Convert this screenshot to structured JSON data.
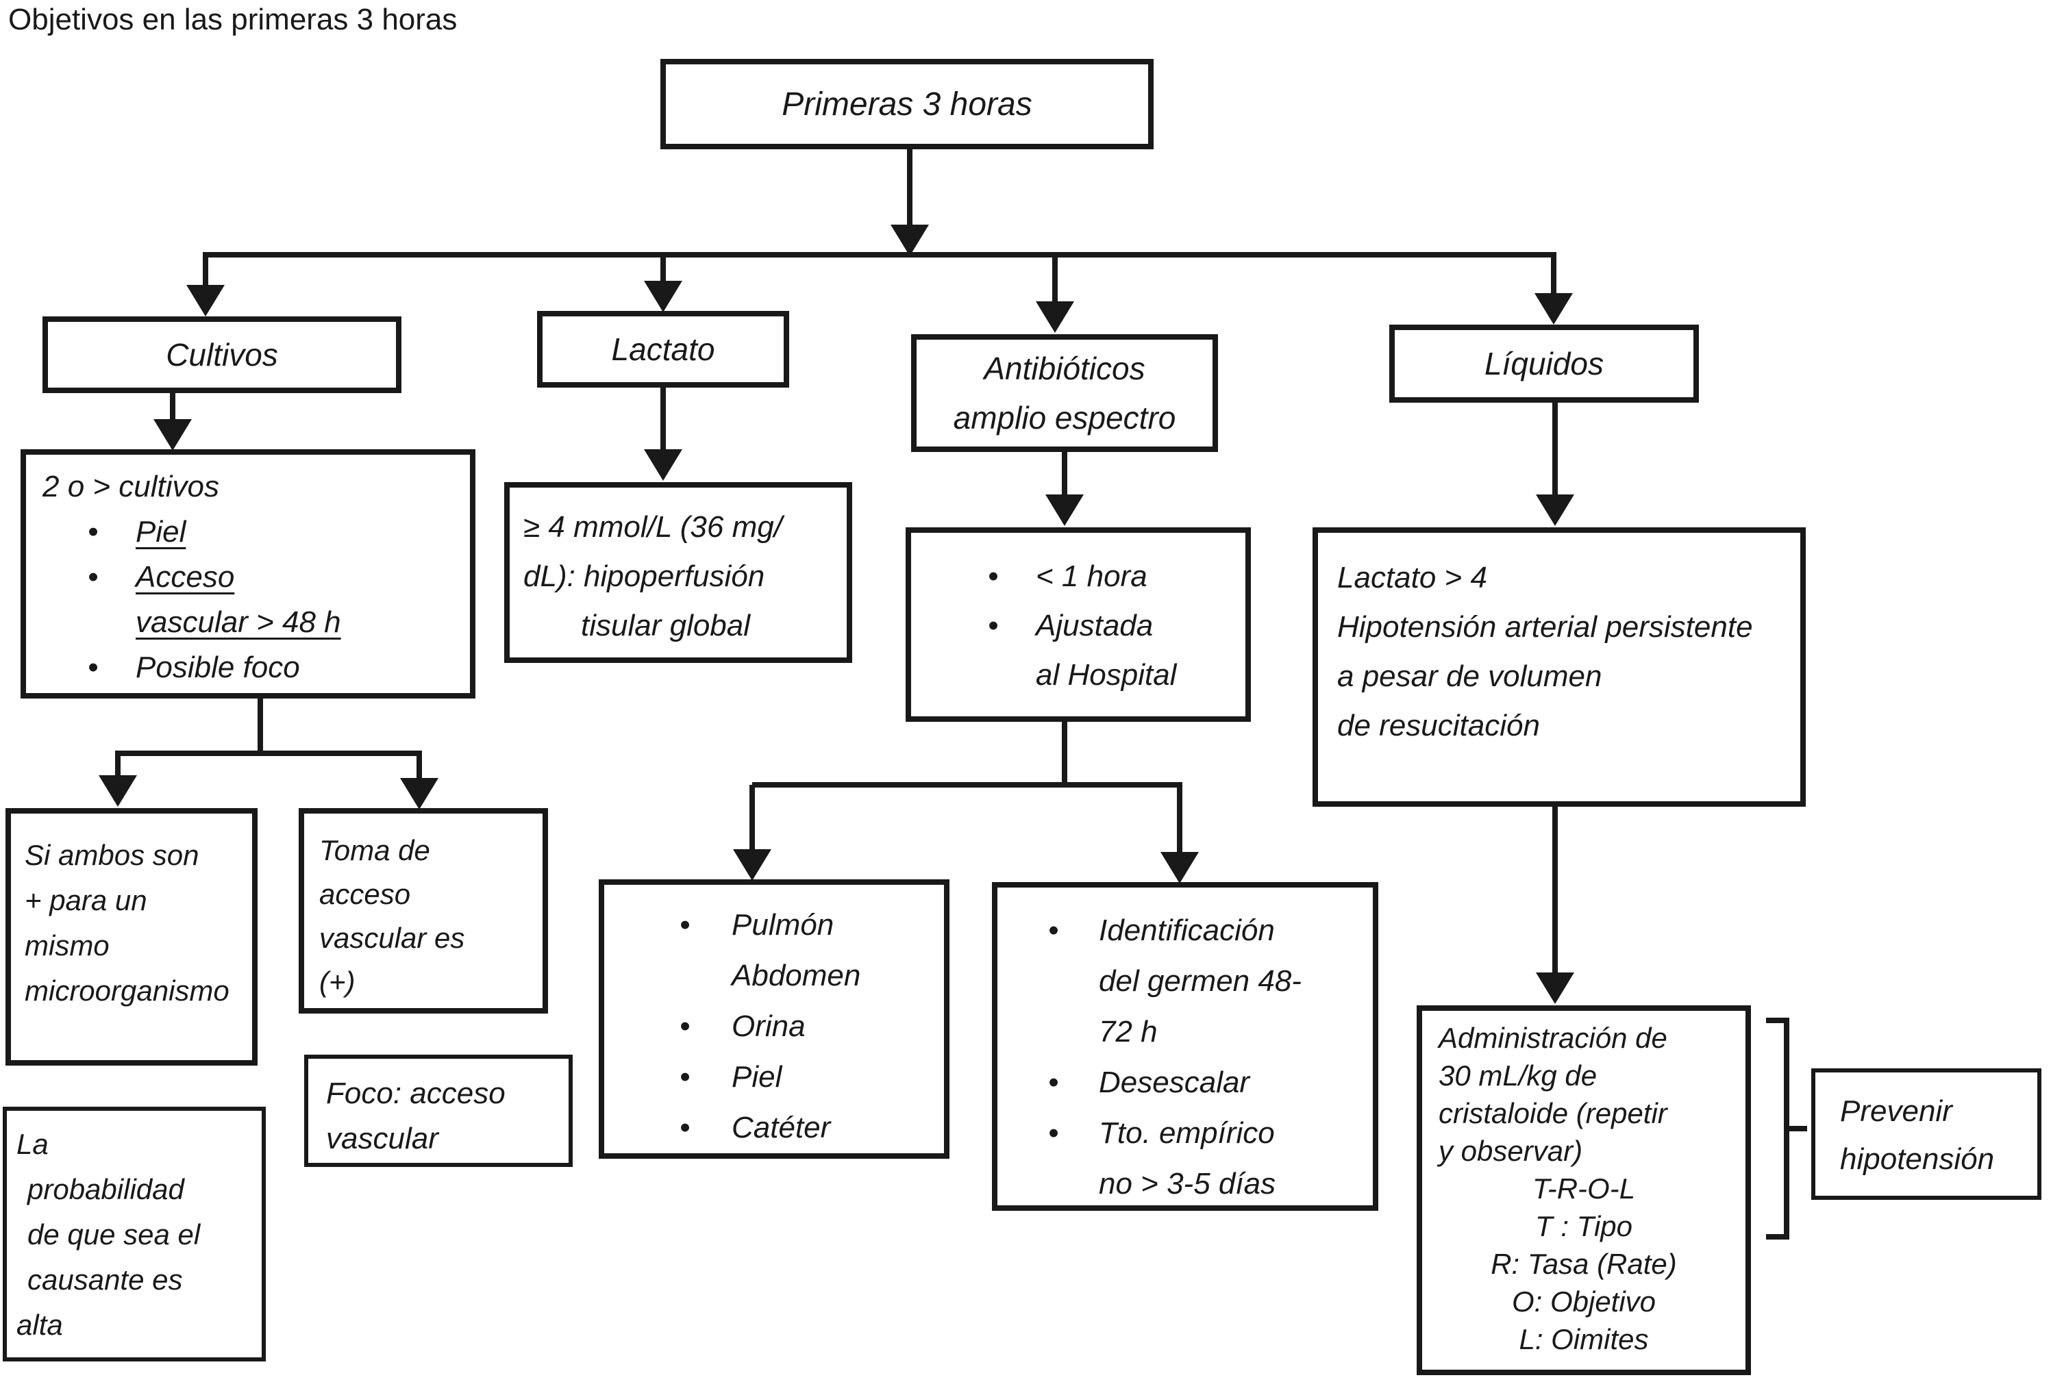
{
  "page_title": "Objetivos en las primeras 3 horas",
  "glyphs": {
    "bullet": "•"
  },
  "nodes": {
    "primeras": {
      "label": "Primeras 3 horas"
    },
    "cultivos": {
      "label": "Cultivos"
    },
    "lactato": {
      "label": "Lactato"
    },
    "antibioticos": {
      "line1": "Antibióticos",
      "line2": "amplio espectro"
    },
    "liquidos": {
      "label": "Líquidos"
    },
    "dos_cultivos": {
      "intro": "2 o > cultivos",
      "items": [
        {
          "text": "Piel",
          "bullet": true,
          "underline": true
        },
        {
          "text": "Acceso",
          "bullet": true,
          "underline": true
        },
        {
          "text": "vascular > 48 h",
          "bullet": false,
          "underline": true
        },
        {
          "text": "Posible foco",
          "bullet": true,
          "underline": false
        }
      ]
    },
    "lactato_umbral": {
      "line1": "≥ 4 mmol/L (36 mg/",
      "line2": "dL): hipoperfusión",
      "line3": "tisular global"
    },
    "antibioticos_detalle": {
      "items": [
        {
          "text": "< 1 hora",
          "bullet": true
        },
        {
          "text": "Ajustada",
          "bullet": true
        },
        {
          "text": "al Hospital",
          "bullet": false
        }
      ]
    },
    "liquidos_criterios": {
      "line1": "Lactato > 4",
      "line2": "Hipotensión arterial persistente",
      "line3": "a pesar de volumen",
      "line4": "de resucitación"
    },
    "si_ambos": {
      "line1": "Si ambos son",
      "line2": "+ para un",
      "line3": "mismo",
      "line4": "microorganismo"
    },
    "toma_acceso": {
      "line1": "Toma de",
      "line2": "acceso",
      "line3": "vascular es",
      "line4": "(+)"
    },
    "foco_acceso": {
      "line1": "Foco: acceso",
      "line2": "vascular"
    },
    "probabilidad": {
      "line1": "La",
      "line2": "probabilidad",
      "line3": "de que sea el",
      "line4": "causante es",
      "line5": "alta"
    },
    "focos": {
      "items": [
        {
          "text": "Pulmón",
          "bullet": true
        },
        {
          "text": "Abdomen",
          "bullet": false
        },
        {
          "text": "Orina",
          "bullet": true
        },
        {
          "text": "Piel",
          "bullet": true
        },
        {
          "text": "Catéter",
          "bullet": true
        }
      ]
    },
    "identificacion": {
      "items": [
        {
          "text": "Identificación",
          "bullet": true
        },
        {
          "text": "del germen 48-",
          "bullet": false
        },
        {
          "text": "72 h",
          "bullet": false
        },
        {
          "text": "Desescalar",
          "bullet": true
        },
        {
          "text": "Tto. empírico",
          "bullet": true
        },
        {
          "text": "no > 3-5 días",
          "bullet": false
        }
      ]
    },
    "administracion": {
      "line1": "Administración de",
      "line2": "30 mL/kg de",
      "line3": "cristaloide (repetir",
      "line4": "y observar)",
      "line5": "T-R-O-L",
      "line6": "T : Tipo",
      "line7": "R: Tasa (Rate)",
      "line8": "O: Objetivo",
      "line9": "L: Oimites"
    },
    "prevenir": {
      "line1": "Prevenir",
      "line2": "hipotensión"
    }
  }
}
